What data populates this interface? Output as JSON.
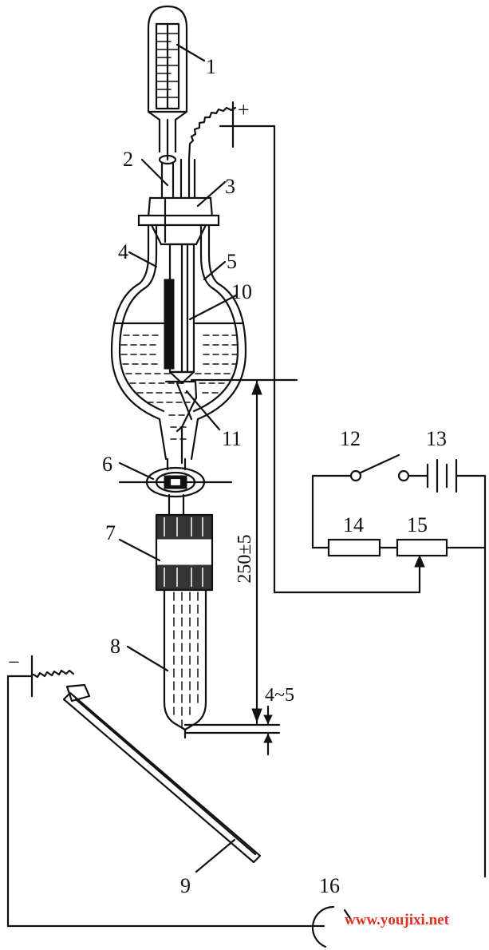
{
  "labels": {
    "l1": "1",
    "l2": "2",
    "l3": "3",
    "l4": "4",
    "l5": "5",
    "l6": "6",
    "l7": "7",
    "l8": "8",
    "l9": "9",
    "l10": "10",
    "l11": "11",
    "l12": "12",
    "l13": "13",
    "l14": "14",
    "l15": "15",
    "l16": "16"
  },
  "polarity": {
    "plus": "+",
    "minus": "−"
  },
  "dimensions": {
    "length": "250±5",
    "gap": "4~5"
  },
  "watermark": "www.youjixi.net"
}
